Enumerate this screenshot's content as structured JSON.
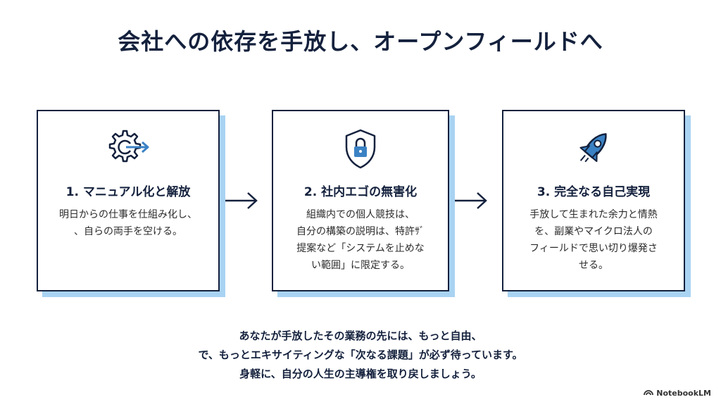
{
  "title": "会社への依存を手放し、オープンフィールドへ",
  "cards": [
    {
      "icon": "gear-arrow-icon",
      "title": "1. マニュアル化と解放",
      "body_lines": [
        "明日からの仕事を仕組み化し、",
        "、自らの両手を空ける。"
      ]
    },
    {
      "icon": "shield-lock-icon",
      "title": "2. 社内エゴの無害化",
      "body_lines": [
        "組織内での個人競技は、",
        "自分の構築の説明は、特許ｻﾞ",
        "提案など「システムを止めな",
        "い範囲」に限定する。"
      ]
    },
    {
      "icon": "rocket-icon",
      "title": "3. 完全なる自己実現",
      "body_lines": [
        "手放して生まれた余力と情熱",
        "を、副業やマイクロ法人の",
        "フィールドで思い切り爆発さ",
        "せる。"
      ]
    }
  ],
  "footer_lines": [
    "あなたが手放したその業務の先には、もっと自由、",
    "で、もっとエキサイティングな「次なる課題」が必ず待っています。",
    "身軽に、自分の人生の主導権を取り戻しましょう。"
  ],
  "brand": "NotebookLM",
  "colors": {
    "navy": "#14213d",
    "shadow_blue": "#a9d3f2",
    "icon_blue": "#3b82c4"
  }
}
